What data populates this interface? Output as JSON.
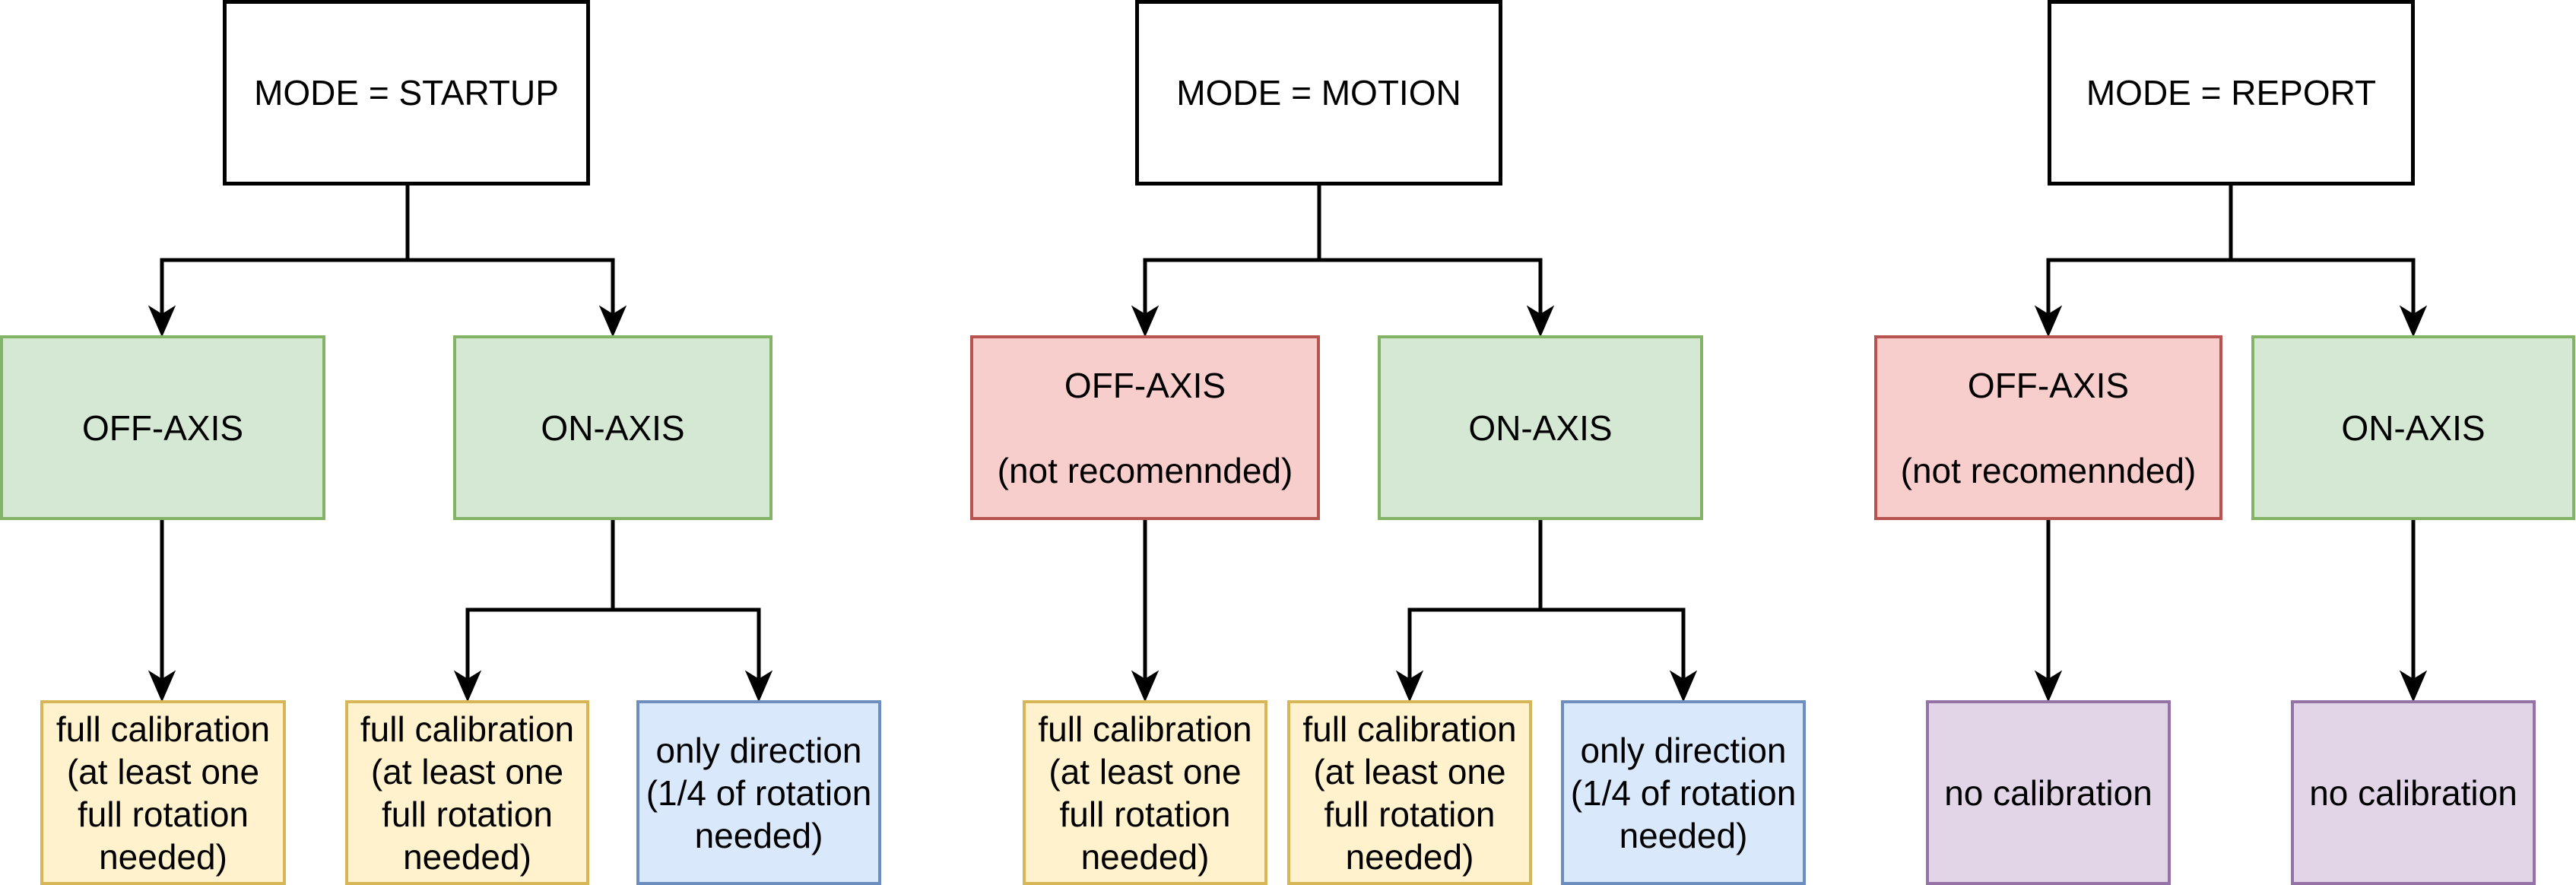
{
  "diagram": {
    "colors": {
      "mode": {
        "fill": "#ffffff",
        "stroke": "#000000"
      },
      "green": {
        "fill": "#d5e8d4",
        "stroke": "#82b366"
      },
      "red": {
        "fill": "#f8cecc",
        "stroke": "#b85450"
      },
      "yellow": {
        "fill": "#fff2cc",
        "stroke": "#d6b656"
      },
      "blue": {
        "fill": "#dae8fc",
        "stroke": "#6c8ebf"
      },
      "purple": {
        "fill": "#e1d5e7",
        "stroke": "#9673a6"
      },
      "connector": "#000000"
    },
    "modes": [
      {
        "label": "MODE = STARTUP",
        "off_axis": {
          "label": "OFF-AXIS",
          "note": ""
        },
        "on_axis": {
          "label": "ON-AXIS",
          "note": ""
        },
        "off_result": "full calibration\n(at least one\nfull rotation\nneeded)",
        "on_results": [
          "full calibration\n(at least one\nfull rotation\nneeded)",
          "only direction\n(1/4 of rotation\nneeded)"
        ]
      },
      {
        "label": "MODE = MOTION",
        "off_axis": {
          "label": "OFF-AXIS",
          "note": "(not recomennded)"
        },
        "on_axis": {
          "label": "ON-AXIS",
          "note": ""
        },
        "off_result": "full calibration\n(at least one\nfull rotation\nneeded)",
        "on_results": [
          "full calibration\n(at least one\nfull rotation\nneeded)",
          "only direction\n(1/4 of rotation\nneeded)"
        ]
      },
      {
        "label": "MODE = REPORT",
        "off_axis": {
          "label": "OFF-AXIS",
          "note": "(not recomennded)"
        },
        "on_axis": {
          "label": "ON-AXIS",
          "note": ""
        },
        "off_result": "no calibration",
        "on_results": [
          "no calibration"
        ]
      }
    ],
    "edges": [
      {
        "from": "MODE = STARTUP",
        "to": "OFF-AXIS"
      },
      {
        "from": "MODE = STARTUP",
        "to": "ON-AXIS"
      },
      {
        "from": "OFF-AXIS",
        "to": "full calibration"
      },
      {
        "from": "ON-AXIS",
        "to": "full calibration"
      },
      {
        "from": "ON-AXIS",
        "to": "only direction"
      },
      {
        "from": "MODE = MOTION",
        "to": "OFF-AXIS (not recomennded)"
      },
      {
        "from": "MODE = MOTION",
        "to": "ON-AXIS"
      },
      {
        "from": "OFF-AXIS (not recomennded)",
        "to": "full calibration"
      },
      {
        "from": "ON-AXIS",
        "to": "full calibration"
      },
      {
        "from": "ON-AXIS",
        "to": "only direction"
      },
      {
        "from": "MODE = REPORT",
        "to": "OFF-AXIS (not recomennded)"
      },
      {
        "from": "MODE = REPORT",
        "to": "ON-AXIS"
      },
      {
        "from": "OFF-AXIS (not recomennded)",
        "to": "no calibration"
      },
      {
        "from": "ON-AXIS",
        "to": "no calibration"
      }
    ]
  }
}
